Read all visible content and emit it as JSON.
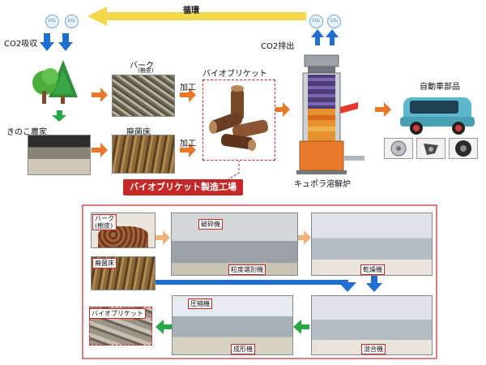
{
  "cycle_label": "循環",
  "co2_absorb": "CO2吸収",
  "co2_emit": "CO2排出",
  "co2_bubble": "CO₂",
  "bark_title": "バーク",
  "bark_sub": "(樹皮)",
  "briquette_title": "バイオブリケット",
  "mushroom_farmer": "きのこ農家",
  "spent_bed": "廃菌床",
  "process_1": "加工",
  "process_2": "加工",
  "cupola": "キュポラ溶解炉",
  "auto_parts": "自動車部品",
  "factory_title": "バイオブリケット製造工場",
  "factory": {
    "bark_label": "バーク\n(樹皮)",
    "crusher": "破砕機",
    "sorter": "粒度選別機",
    "dryer": "乾燥機",
    "spent_bed_label": "廃菌床",
    "compressor": "圧縮機",
    "molder": "成形機",
    "mixer": "混合機",
    "briquette_label": "バイオブリケット"
  },
  "colors": {
    "arrow_orange": "#e8792a",
    "arrow_blue": "#1f6fd1",
    "arrow_yellow": "#f3d84b",
    "arrow_green": "#27a844",
    "frame_red": "#c62828"
  }
}
